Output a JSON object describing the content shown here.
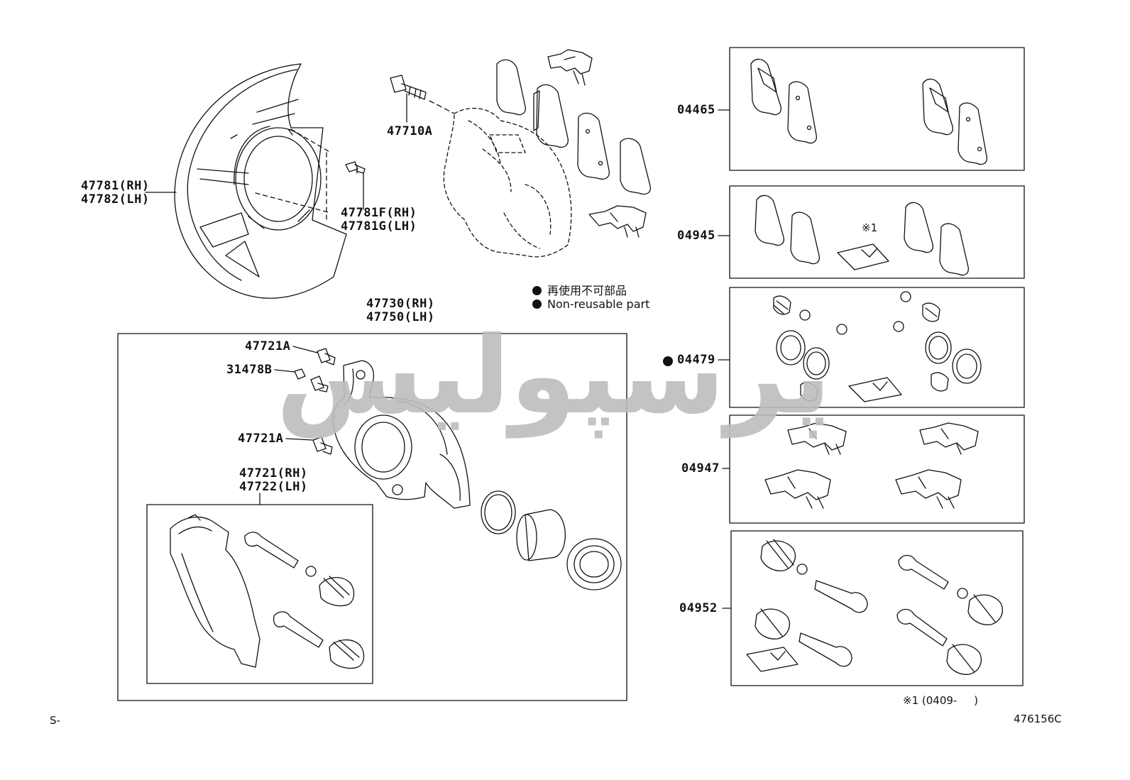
{
  "parts": {
    "shield_rh": "47781(RH)",
    "shield_lh": "47782(LH)",
    "bolt_shield_rh": "47781F(RH)",
    "bolt_shield_lh": "47781G(LH)",
    "bolt_top": "47710A",
    "caliper_rh": "47730(RH)",
    "caliper_lh": "47750(LH)",
    "bleeder_upper": "47721A",
    "cap": "31478B",
    "bleeder_lower": "47721A",
    "mount_rh": "47721(RH)",
    "mount_lh": "47722(LH)",
    "kit_pads": "04465",
    "kit_pads_2": "04945",
    "kit_seal": "04479",
    "kit_fitting": "04947",
    "kit_cylinder": "04952",
    "note_mark": "※1"
  },
  "legend": {
    "jp": "再使用不可部品",
    "en": "Non-reusable part"
  },
  "footnote": {
    "mark": "※1",
    "range": "(0409-     )"
  },
  "footer": {
    "left": "S-",
    "right": "476156C"
  },
  "watermark": {
    "text": "پرسپولیس",
    "color": "#bdbdbd"
  }
}
